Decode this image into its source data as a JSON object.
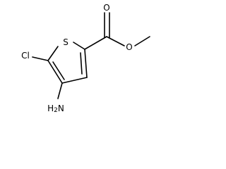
{
  "molecule": {
    "atoms": {
      "sulfur": "S",
      "chlorine": "Cl",
      "amino": "H2N",
      "carbonyl_oxygen": "O",
      "ester_oxygen": "O"
    }
  }
}
